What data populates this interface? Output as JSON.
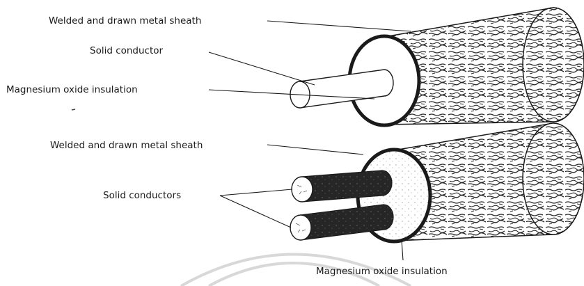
{
  "labels": {
    "top_sheath": "Welded and drawn metal sheath",
    "top_conductor": "Solid conductor",
    "top_insulation": "Magnesium oxide insulation",
    "bottom_sheath": "Welded and drawn metal sheath",
    "bottom_conductors": "Solid conductors",
    "bottom_insulation": "Magnesium oxide insulation"
  },
  "colors": {
    "ink": "#1a1a1a",
    "sheath_texture": "#2b2b2b",
    "conductor_dark": "#222222",
    "watermark": "#d8d8d8"
  }
}
